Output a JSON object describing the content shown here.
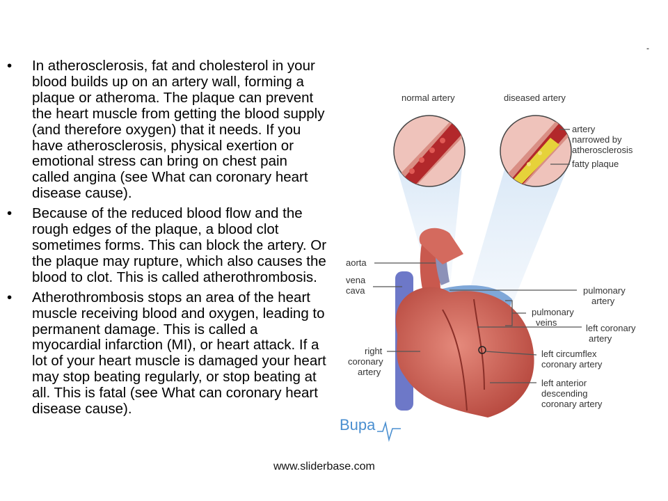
{
  "bullets": [
    "In atherosclerosis, fat and cholesterol in your blood builds up on an artery wall, forming a plaque or atheroma. The plaque can prevent the heart muscle from getting the blood supply (and therefore oxygen) that it needs. If you have atherosclerosis, physical exertion or emotional stress can bring on chest pain called angina (see What can coronary heart disease cause).",
    "Because of the reduced blood flow and the rough edges of the plaque, a blood clot sometimes forms. This can block the artery. Or the plaque may rupture, which also causes the blood to clot. This is called atherothrombosis.",
    "Atherothrombosis stops an area of the heart muscle receiving blood and oxygen, leading to permanent damage. This is called a myocardial infarction (MI), or heart attack. If a lot of your heart muscle is damaged your heart may stop beating regularly, or stop beating at all. This is fatal (see What can coronary heart disease cause)."
  ],
  "bullet_glyph": "•",
  "footer": "www.sliderbase.com",
  "corner_mark": "-",
  "diagram": {
    "normal_artery": "normal artery",
    "diseased_artery": "diseased artery",
    "artery_narrowed": [
      "artery",
      "narrowed by",
      "atherosclerosis"
    ],
    "fatty_plaque": "fatty plaque",
    "aorta": "aorta",
    "vena_cava": [
      "vena",
      "cava"
    ],
    "pulmonary_artery": [
      "pulmonary",
      "artery"
    ],
    "pulmonary_veins": [
      "pulmonary",
      "veins"
    ],
    "left_coronary_artery": [
      "left coronary",
      "artery"
    ],
    "right_coronary_artery": [
      "right",
      "coronary",
      "artery"
    ],
    "left_circumflex": [
      "left circumflex",
      "coronary artery"
    ],
    "left_anterior": [
      "left anterior",
      "descending",
      "coronary artery"
    ],
    "brand": "Bupa"
  },
  "colors": {
    "heart": "#c9594e",
    "artery_wall": "#e3a9a1",
    "blood": "#b2282b",
    "plaque": "#e6d23a",
    "vein": "#6d78c8",
    "beam": "#dbe9f7",
    "brand": "#4a8fd0"
  }
}
